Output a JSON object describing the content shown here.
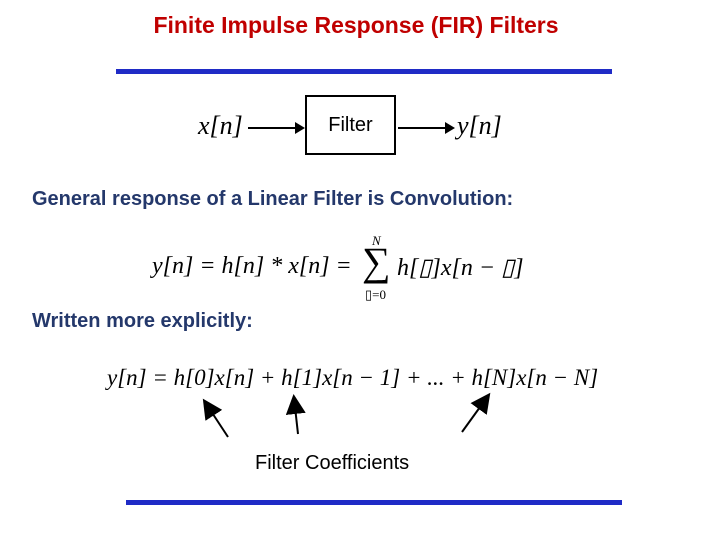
{
  "slide": {
    "title": "Finite Impulse Response (FIR) Filters",
    "accent_color": "#1f2bc6",
    "title_color": "#c00000"
  },
  "diagram": {
    "input": "x[n]",
    "block": "Filter",
    "output": "y[n]"
  },
  "text": {
    "general_response": "General response of a Linear Filter is Convolution:",
    "written_explicitly": "Written more explicitly:",
    "coefficients_label": "Filter Coefficients"
  },
  "equations": {
    "convolution": {
      "lhs": "y[n] = h[n] * x[n] =",
      "sum_upper": "N",
      "sum_lower": "▯=0",
      "sigma": "∑",
      "summand": "h[▯]x[n − ▯]"
    },
    "explicit": "y[n] = h[0]x[n] + h[1]x[n − 1] + ... + h[N]x[n − N]"
  }
}
